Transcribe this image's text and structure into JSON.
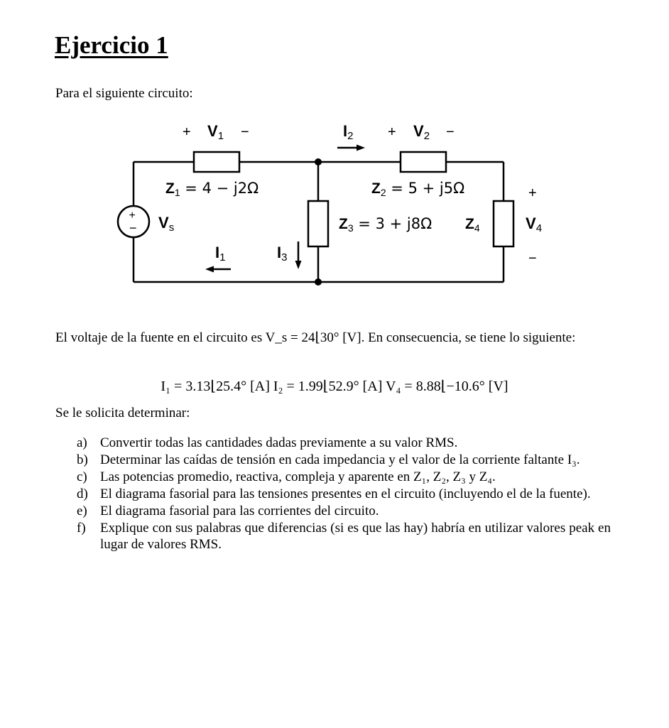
{
  "title": "Ejercicio 1",
  "intro": "Para el siguiente circuito:",
  "circuit": {
    "plus": "+",
    "minus": "−",
    "v1": "V",
    "v1_sub": "1",
    "v2": "V",
    "v2_sub": "2",
    "v4": "V",
    "v4_sub": "4",
    "vs": "V",
    "vs_sub": "s",
    "i1": "I",
    "i1_sub": "1",
    "i2": "I",
    "i2_sub": "2",
    "i3": "I",
    "i3_sub": "3",
    "z1_name": "Z",
    "z1_sub": "1",
    "z1_value": " = 4 − j2Ω",
    "z2_name": "Z",
    "z2_sub": "2",
    "z2_value": " = 5 + j5Ω",
    "z3_name": "Z",
    "z3_sub": "3",
    "z3_value": " = 3 + j8Ω",
    "z4_name": "Z",
    "z4_sub": "4"
  },
  "source_text": "El voltaje de la fuente en el circuito es V_s = 24⌊30° [V]. En consecuencia, se tiene lo siguiente:",
  "equations": "I₁ = 3.13⌊25.4° [A] I₂ = 1.99⌊52.9° [A] V₄ = 8.88⌊−10.6° [V]",
  "ask": "Se le solicita determinar:",
  "tasks": [
    {
      "marker": "a)",
      "text": "Convertir todas las cantidades dadas previamente a su valor RMS."
    },
    {
      "marker": "b)",
      "text": "Determinar las caídas de tensión en cada impedancia y el valor de la corriente faltante I₃."
    },
    {
      "marker": "c)",
      "text": "Las potencias promedio, reactiva, compleja y aparente en Z₁, Z₂, Z₃ y Z₄."
    },
    {
      "marker": "d)",
      "text": "El diagrama fasorial para las tensiones presentes en el circuito (incluyendo el de la fuente)."
    },
    {
      "marker": "e)",
      "text": "El diagrama fasorial para las corrientes del circuito."
    },
    {
      "marker": "f)",
      "text": "Explique con sus palabras que diferencias (si es que las hay) habría en utilizar valores peak en lugar de valores RMS."
    }
  ]
}
